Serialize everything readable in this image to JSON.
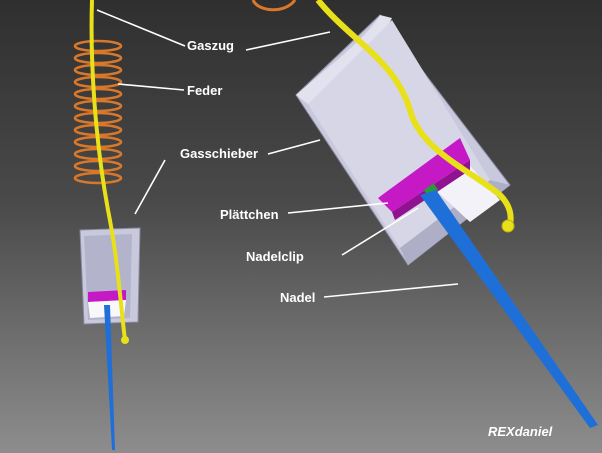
{
  "labels": {
    "gaszug": "Gaszug",
    "feder": "Feder",
    "gasschieber": "Gasschieber",
    "plaettchen": "Plättchen",
    "nadelclip": "Nadelclip",
    "nadel": "Nadel"
  },
  "credit": "REXdaniel",
  "colors": {
    "cable": "#e8e11a",
    "spring": "#d9782a",
    "slide": "#c9c9dd",
    "plate": "#c419c4",
    "needle": "#1f6fd8",
    "clip": "#2a9a3a",
    "leader": "#ffffff"
  }
}
